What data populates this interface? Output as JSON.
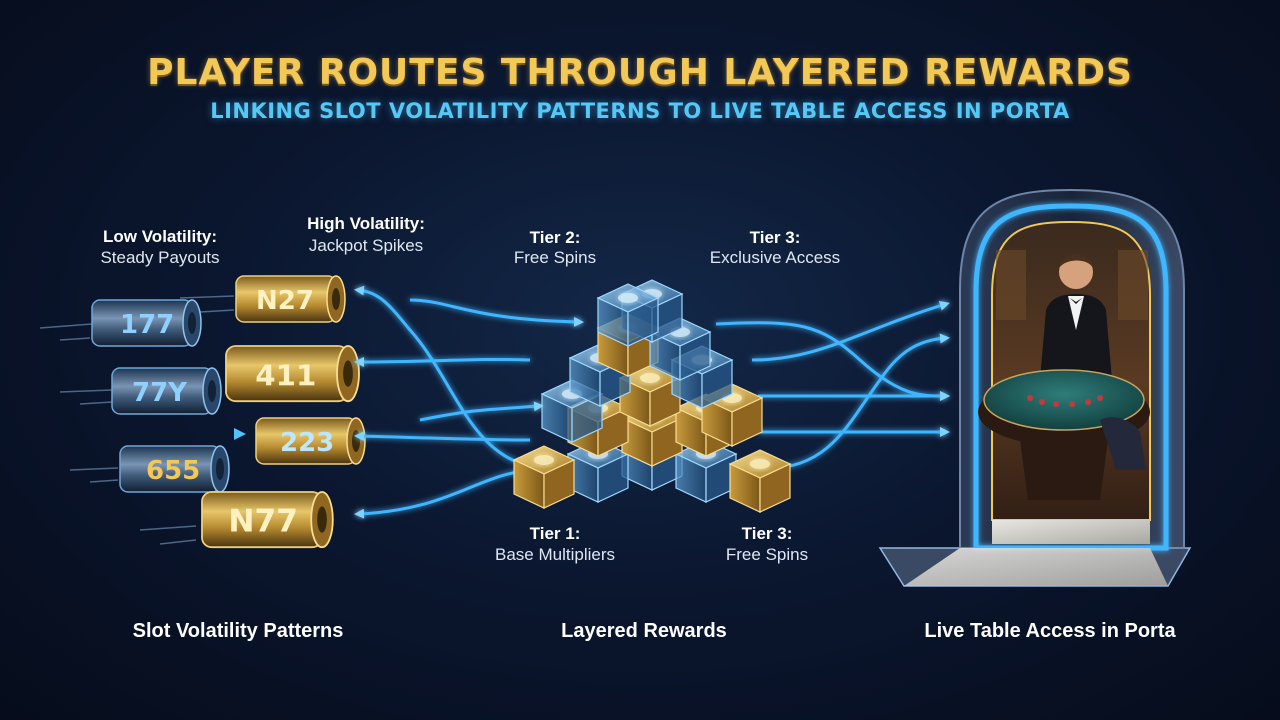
{
  "header": {
    "title": "PLAYER ROUTES THROUGH LAYERED REWARDS",
    "subtitle": "LINKING SLOT VOLATILITY PATTERNS TO LIVE TABLE ACCESS IN PORTA"
  },
  "slots": {
    "low_title": "Low Volatility:",
    "low_sub": "Steady Payouts",
    "high_title": "High Volatility:",
    "high_sub": "Jackpot Spikes",
    "reels": [
      {
        "symbols": "177"
      },
      {
        "symbols": "N27"
      },
      {
        "symbols": "77Y"
      },
      {
        "symbols": "411"
      },
      {
        "symbols": "655"
      },
      {
        "symbols": "223"
      },
      {
        "symbols": "N77"
      }
    ]
  },
  "tiers": {
    "tier2_title": "Tier 2:",
    "tier2_sub": "Free Spins",
    "tier3_top_title": "Tier 3:",
    "tier3_top_sub": "Exclusive Access",
    "tier1_title": "Tier 1:",
    "tier1_sub": "Base Multipliers",
    "tier3_bottom_title": "Tier 3:",
    "tier3_bottom_sub": "Free Spins"
  },
  "sections": {
    "slots": "Slot Volatility Patterns",
    "rewards": "Layered Rewards",
    "live": "Live Table Access in Porta"
  },
  "colors": {
    "gold": "#f2c857",
    "cyan": "#56c8f5",
    "arrow": "#3fb6ff"
  }
}
